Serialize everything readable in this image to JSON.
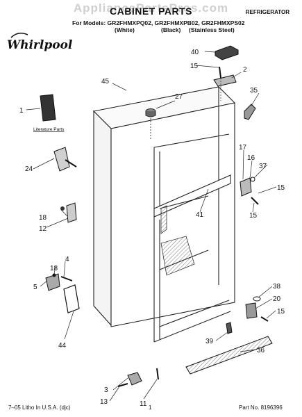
{
  "header": {
    "watermark": "AppliancePartsPros.com",
    "title": "CABINET PARTS",
    "category": "REFRIGERATOR",
    "models_line": "For Models: GR2FHMXPQ02, GR2FHMXPB02, GR2FHMXPS02",
    "variants": [
      "(White)",
      "(Black)",
      "(Stainless Steel)"
    ],
    "brand": "Whirlpool"
  },
  "literature_label": "Literature Parts",
  "callouts": {
    "1": "1",
    "2": "2",
    "3": "3",
    "4": "4",
    "5": "5",
    "11": "11",
    "12": "12",
    "13": "13",
    "15": "15",
    "16": "16",
    "17": "17",
    "18": "18",
    "20": "20",
    "24": "24",
    "27": "27",
    "35": "35",
    "36": "36",
    "37": "37",
    "38": "38",
    "39": "39",
    "40": "40",
    "41": "41",
    "44": "44",
    "45": "45"
  },
  "footer": {
    "litho": "7–05 Litho In U.S.A. (djc)",
    "page": "1",
    "part_no": "Part No. 8196396"
  }
}
